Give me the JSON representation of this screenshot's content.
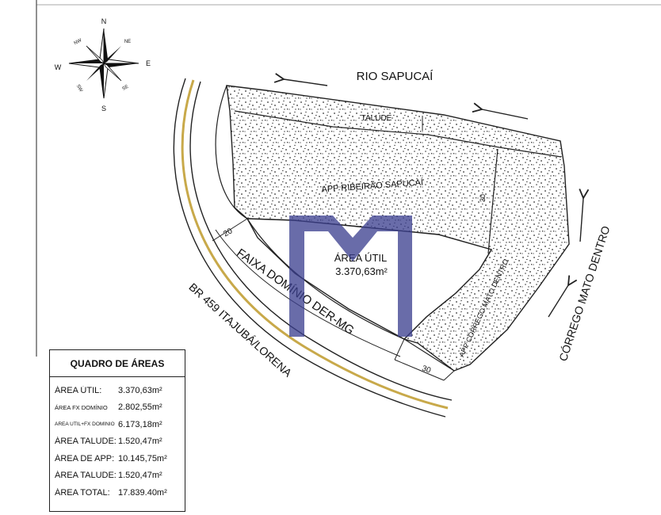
{
  "compass": {
    "n": "N",
    "s": "S",
    "e": "E",
    "w": "W",
    "ne": "NE",
    "nw": "NW",
    "se": "SE",
    "sw": "SW"
  },
  "labels": {
    "river": "RIO SAPUCAÍ",
    "taludes": "TALUDE",
    "app_ribeirao": "APP RIBEIRÃO SAPUCAÍ",
    "dim_30_top": "30",
    "area_util": "ÁREA ÚTIL",
    "area_util_value": "3.370,63m²",
    "faixa": "FAIXA DOMÍNIO DER-MG",
    "road": "BR 459 ITAJUBÁ/LORENA",
    "dim_20": "20",
    "dim_30": "30",
    "app_corrego": "APP CÓRREGO MATO DENTRO",
    "corrego": "CÓRREGO MATO DENTRO"
  },
  "watermark_color": "#3b3f8f",
  "quadro": {
    "title": "QUADRO DE ÁREAS",
    "rows": [
      {
        "label": "ÁREA ÚTIL:",
        "value": "3.370,63m²"
      },
      {
        "label": "ÁREA FX DOMÍNIO",
        "value": "2.802,55m²"
      },
      {
        "label": "ÁREA ÚTIL+FX DOMÍNIO",
        "value": "6.173,18m²"
      },
      {
        "label": "ÁREA TALUDE:",
        "value": "1.520,47m²"
      },
      {
        "label": "ÁREA DE APP:",
        "value": "10.145,75m²"
      },
      {
        "label": "ÁREA TALUDE:",
        "value": "1.520,47m²"
      },
      {
        "label": "ÁREA TOTAL:",
        "value": "17.839.40m²"
      }
    ]
  }
}
